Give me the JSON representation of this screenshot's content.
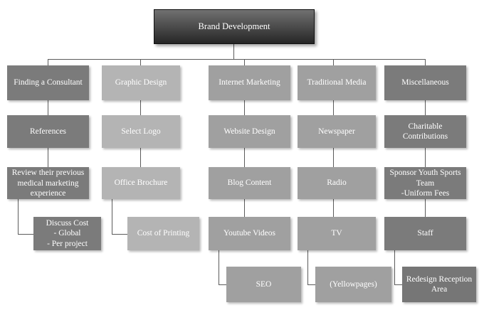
{
  "diagram": {
    "type": "organizational-tree",
    "title": "Brand Development",
    "root": {
      "label": "Brand Development",
      "color": "#3b3b3b"
    },
    "palette": {
      "column_dark": "#7b7b7b",
      "column_mid": "#a0a0a0",
      "column_light": "#b4b4b4",
      "root_gradient_top": "#717171",
      "root_gradient_bottom": "#262626",
      "connector": "#5b5b5b",
      "text": "#ffffff",
      "background": "#ffffff"
    },
    "branches": [
      {
        "head": "Finding a Consultant",
        "tone": "dark",
        "nodes": [
          {
            "label": "References"
          },
          {
            "label": "Review their previous medical marketing experience"
          },
          {
            "label": "Discuss Cost",
            "sub1": "- Global",
            "sub2": "- Per project",
            "offset": true
          }
        ]
      },
      {
        "head": "Graphic Design",
        "tone": "light",
        "nodes": [
          {
            "label": "Select Logo"
          },
          {
            "label": "Office Brochure"
          },
          {
            "label": "Cost of Printing",
            "offset": true
          }
        ]
      },
      {
        "head": "Internet Marketing",
        "tone": "mid",
        "nodes": [
          {
            "label": "Website Design"
          },
          {
            "label": "Blog Content"
          },
          {
            "label": "Youtube Videos"
          },
          {
            "label": "SEO",
            "offset": true
          }
        ]
      },
      {
        "head": "Traditional Media",
        "tone": "mid",
        "nodes": [
          {
            "label": "Newspaper"
          },
          {
            "label": "Radio"
          },
          {
            "label": "TV"
          },
          {
            "label": "(Yellowpages)",
            "offset": true
          }
        ]
      },
      {
        "head": "Miscellaneous",
        "tone": "dark",
        "nodes": [
          {
            "label": "Charitable Contributions"
          },
          {
            "label": "Sponsor Youth Sports Team",
            "sub1": "-Uniform Fees"
          },
          {
            "label": "Staff"
          },
          {
            "label": "Redesign Reception Area",
            "offset": true
          }
        ]
      }
    ]
  }
}
